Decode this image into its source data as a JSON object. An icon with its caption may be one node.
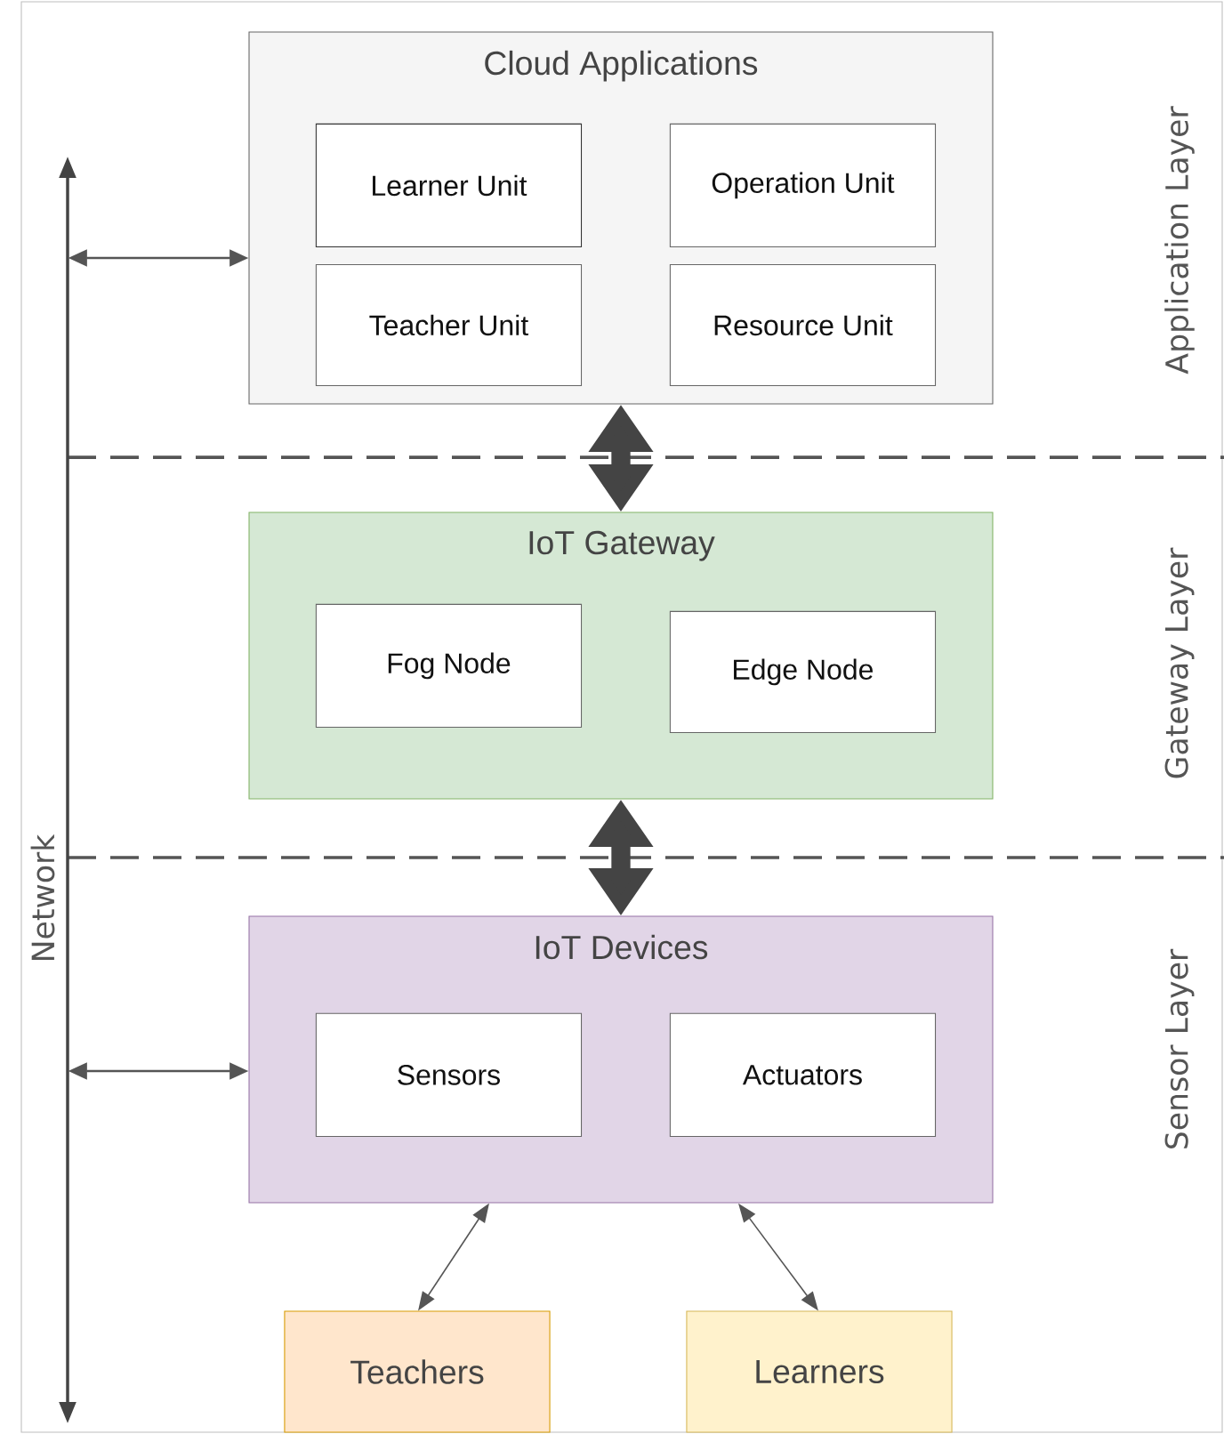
{
  "diagram": {
    "nodes": [
      {
        "text": [
          "Cloud Applications"
        ]
      },
      {
        "text": [
          "Learner Unit"
        ],
        "in": 0
      },
      {
        "text": [
          "Operation Unit"
        ],
        "in": 0
      },
      {
        "text": [
          "Teacher Unit"
        ],
        "in": 0
      },
      {
        "text": [
          "Resource Unit"
        ],
        "in": 0
      },
      {
        "text": [
          "IoT Gateway"
        ]
      },
      {
        "text": [
          "Fog Node"
        ],
        "in": 5
      },
      {
        "text": [
          "Edge Node"
        ],
        "in": 5
      },
      {
        "text": [
          "IoT Devices"
        ]
      },
      {
        "text": [
          "Sensors"
        ],
        "in": 8
      },
      {
        "text": [
          "Actuators"
        ],
        "in": 8
      },
      {
        "text": [
          "Teachers"
        ]
      },
      {
        "text": [
          "Learners"
        ]
      },
      {
        "text": [
          "Network"
        ]
      }
    ],
    "edges": [
      {
        "from": 0,
        "to": 5,
        "arrow": "both",
        "style": "thick"
      },
      {
        "from": 5,
        "to": 8,
        "arrow": "both",
        "style": "thick"
      },
      {
        "from": 8,
        "to": 11,
        "arrow": "both"
      },
      {
        "from": 8,
        "to": 12,
        "arrow": "both"
      },
      {
        "from": 13,
        "to": 0,
        "arrow": "both"
      },
      {
        "from": 13,
        "to": 8,
        "arrow": "both"
      }
    ],
    "labels": [
      "Application Layer",
      "Gateway Layer",
      "Sensor Layer"
    ]
  }
}
